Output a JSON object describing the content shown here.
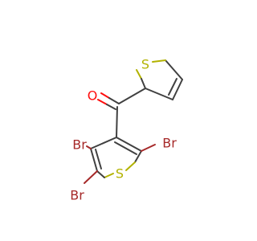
{
  "molecule": {
    "atoms": {
      "oxygen": {
        "symbol": "O",
        "color": "#FF0D0D"
      },
      "sulfur_top": {
        "symbol": "S",
        "color": "#B2B200"
      },
      "sulfur_bottom": {
        "symbol": "S",
        "color": "#B2B200"
      },
      "bromine_4": {
        "symbol": "Br",
        "color": "#A62929"
      },
      "bromine_2": {
        "symbol": "Br",
        "color": "#A62929"
      },
      "bromine_5": {
        "symbol": "Br",
        "color": "#A62929"
      }
    },
    "colors": {
      "bond": "#404040",
      "background": "#ffffff"
    }
  }
}
